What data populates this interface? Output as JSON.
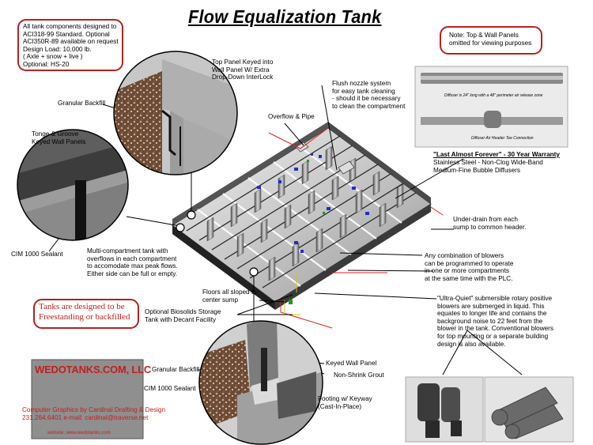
{
  "title": "Flow Equalization Tank",
  "standards_note": "All tank components designed to\nACI318-99 Standard.  Optional\nACI350R-89 available on request\nDesign Load: 10,000 lb.\n( Axle + snow + live )\nOptional: HS-20",
  "panels_note": "Note: Top & Wall Panels\nomitted for viewing purposes",
  "freestanding_note": "Tanks are designed to be\nFreestanding or backfilled",
  "company": {
    "name": "WEDOTANKS.COM, LLC",
    "website": "website: www.wedotanks.com"
  },
  "credits": {
    "line1": "Computer Graphics by Cardinal Drafting & Design",
    "line2": "231.264.6401  e-mail: cardinal@traverse.net"
  },
  "diffuser_photo": {
    "caption1": "Diffuser is 24\" long with a 48\" perimeter air release zone",
    "caption2": "Diffuser Air Header Tee Connection"
  },
  "labels": {
    "top_panel": "Top Panel Keyed into\nWall Panel W/ Extra\nDrop-Down InterLock",
    "granular_backfill_top": "Granular Backfill",
    "tongue_groove": "Tonge & Groove\nKeyed Wall Panels",
    "flush_nozzle": "Flush nozzle system\nfor easy tank cleaning\n- should it be necessary\nto clean the compartment",
    "overflow_pipe": "Overflow & Pipe",
    "warranty_title": "\"Last Almost Forever\" - 30 Year Warranty",
    "warranty_body": "Stainless Steel - Non-Clog Wide-Band\nMedium-Fine Bubble Diffusers",
    "underdrain": "Under-drain from each\nsump to common header.",
    "cim_sealant_top": "CIM 1000 Sealant",
    "multi_compartment": "Multi-compartment tank with\noverflows in each compartment\nto accomodate max peak flows.\nEither side can be full or empty.",
    "blowers_program": "Any combination of blowers\ncan be programmed to operate\nin one or more compartments\nat the same time with the PLC.",
    "floors_sloped": "Floors all sloped to\ncenter sump",
    "biosolids": "Optional Biosolids Storage\nTank with Decant Facility",
    "ultra_quiet": "\"Ultra-Quiet\" submersible rotary positive\nblowers are submerged in liquid.  This\nequates to longer life and contains the\nbackground noise to 22 feet from the\nblower in the tank.  Conventional blowers\nfor top mounting or a separate building\ndesign is also available.",
    "granular_backfill_bottom": "Granular Backfill",
    "keyed_wall_panel": "Keyed Wall Panel",
    "non_shrink_grout": "Non-Shrink Grout",
    "cim_sealant_bottom": "CIM 1000 Sealant",
    "footing": "Footing w/ Keyway\n(Cast-In-Place)"
  },
  "colors": {
    "accent_red": "#b52222",
    "concrete": "#8a8a8a",
    "tank_dark": "#2a2a2a",
    "gravel": "#6b4a36"
  }
}
